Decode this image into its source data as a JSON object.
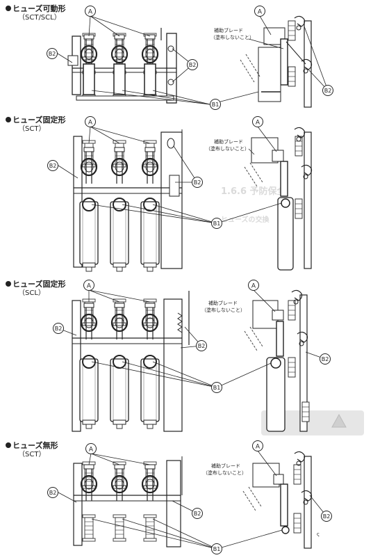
{
  "sections": [
    {
      "title": "ヒューズ可動形",
      "sub": "（SCT/SCL）"
    },
    {
      "title": "ヒューズ固定形",
      "sub": "（SCT）"
    },
    {
      "title": "ヒューズ固定形",
      "sub": "（SCL）"
    },
    {
      "title": "ヒューズ無形",
      "sub": "（SCT）"
    }
  ],
  "labels": {
    "a": "A",
    "b1": "B1",
    "b2": "B2"
  },
  "note": {
    "line1": "補助ブレード",
    "line2": "（塗布しないこと）"
  },
  "bleed": {
    "h1": "1.6.6 予防保全",
    "h2": "ヒューズの交換"
  },
  "page_mark": "ς"
}
